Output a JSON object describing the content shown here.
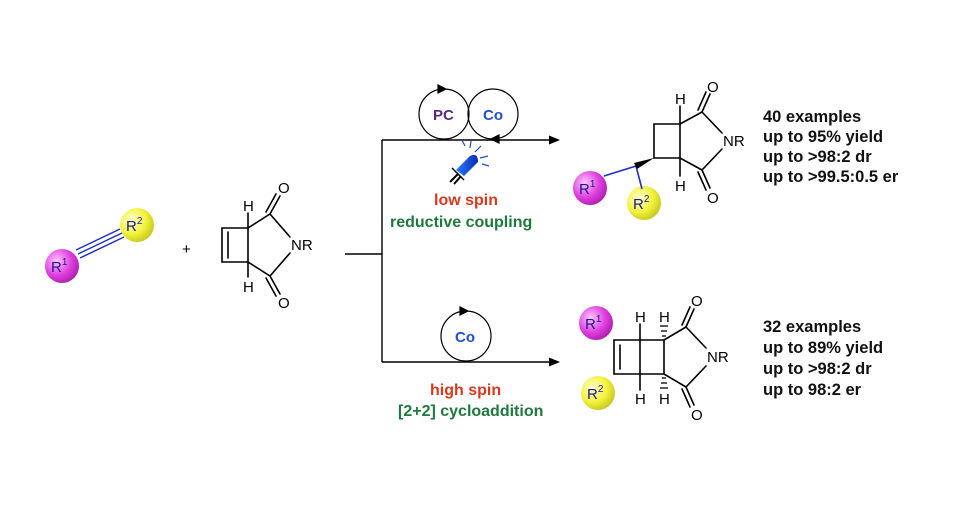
{
  "reactants": {
    "alkyne_r1": "R",
    "alkyne_r1_sup": "1",
    "alkyne_r2": "R",
    "alkyne_r2_sup": "2",
    "plus": "+",
    "imide_h": "H",
    "imide_o": "O",
    "imide_nr": "NR"
  },
  "top_pathway": {
    "catalyst_pc": "PC",
    "catalyst_co": "Co",
    "condition_line1": "low spin",
    "condition_line2": "reductive coupling",
    "stats": [
      "40 examples",
      "up to 95% yield",
      "up to >98:2 dr",
      "up to >99.5:0.5 er"
    ]
  },
  "bottom_pathway": {
    "catalyst_co": "Co",
    "condition_line1": "high spin",
    "condition_line2": "[2+2] cycloaddition",
    "stats": [
      "32 examples",
      "up to 89% yield",
      "up to >98:2 dr",
      "up to 98:2 er"
    ]
  },
  "labels": {
    "h": "H",
    "o": "O",
    "nr": "NR",
    "r": "R",
    "sup1": "1",
    "sup2": "2"
  },
  "colors": {
    "r1_sphere": "#e040e0",
    "r2_sphere": "#f2f23a",
    "alkyne": "#2030c0",
    "condition_red": "#d9381e",
    "condition_green": "#1e7a3c",
    "pc_text": "#5b2a7a",
    "co_text": "#1d4fd8"
  }
}
